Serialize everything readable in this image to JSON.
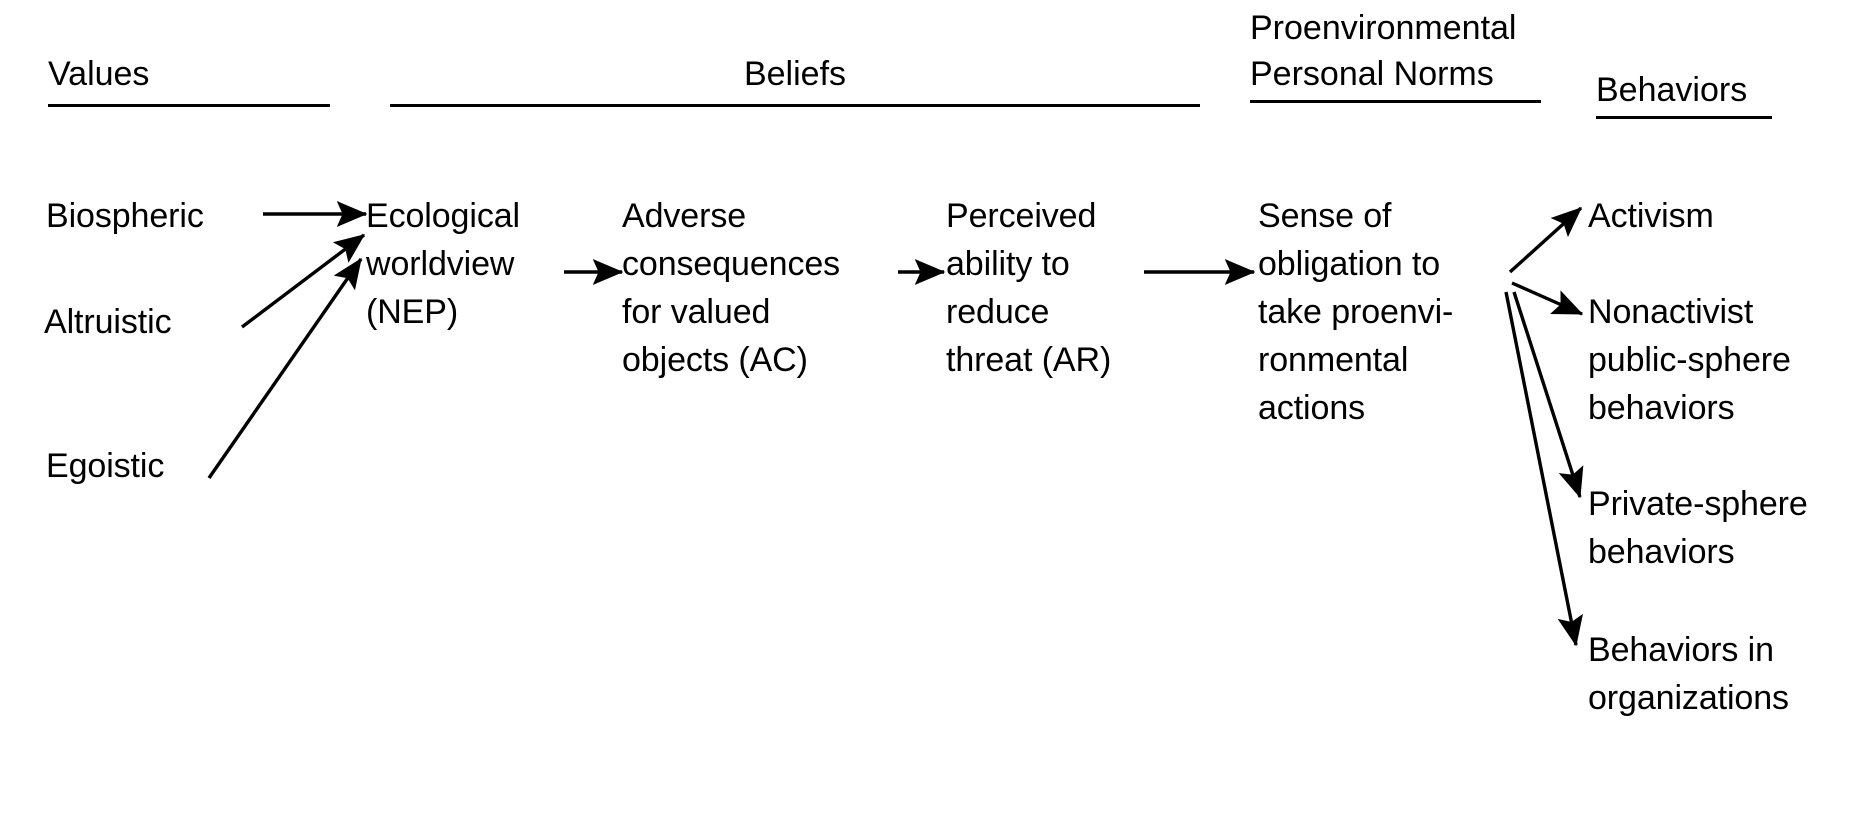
{
  "figure": {
    "type": "value-belief-norm flow diagram",
    "background_color": "#ffffff",
    "stroke_color": "#000000"
  },
  "headers": [
    {
      "label": "Values",
      "underlined": true
    },
    {
      "label": "Beliefs",
      "underlined": true
    },
    {
      "label_line1": "Proenvironmental",
      "label_line2": "Personal Norms",
      "underlined": true
    },
    {
      "label": "Behaviors",
      "underlined": true
    }
  ],
  "header_values": "Values",
  "header_beliefs": "Beliefs",
  "header_norms_line1": "Proenvironmental",
  "header_norms_line2": "Personal Norms",
  "header_behaviors": "Behaviors",
  "values": [
    {
      "label": "Biospheric"
    },
    {
      "label": "Altruistic"
    },
    {
      "label": "Egoistic"
    }
  ],
  "nodes": {
    "nep": "Ecological\nworldview\n(NEP)",
    "ac": "Adverse\nconsequences\nfor valued\nobjects (AC)",
    "ar": "Perceived\nability to\nreduce\nthreat (AR)",
    "norms": "Sense of\nobligation to\ntake proenvi-\nronmental\nactions"
  },
  "behaviors": [
    {
      "label": "Activism"
    },
    {
      "label": "Nonactivist\npublic-sphere\nbehaviors"
    },
    {
      "label": "Private-sphere\nbehaviors"
    },
    {
      "label": "Behaviors in\norganizations"
    }
  ],
  "edges": [
    {
      "from": "Biospheric",
      "to": "Ecological worldview (NEP)",
      "style": "straight-arrow"
    },
    {
      "from": "Altruistic",
      "to": "Ecological worldview (NEP)",
      "style": "diagonal-arrow"
    },
    {
      "from": "Egoistic",
      "to": "Ecological worldview (NEP)",
      "style": "diagonal-arrow"
    },
    {
      "from": "Ecological worldview (NEP)",
      "to": "Adverse consequences for valued objects (AC)",
      "style": "straight-arrow"
    },
    {
      "from": "Adverse consequences for valued objects (AC)",
      "to": "Perceived ability to reduce threat (AR)",
      "style": "straight-arrow"
    },
    {
      "from": "Perceived ability to reduce threat (AR)",
      "to": "Sense of obligation to take proenvironmental actions",
      "style": "straight-arrow"
    },
    {
      "from": "Sense of obligation to take proenvironmental actions",
      "to": "Activism",
      "style": "diagonal-arrow"
    },
    {
      "from": "Sense of obligation to take proenvironmental actions",
      "to": "Nonactivist public-sphere behaviors",
      "style": "diagonal-arrow"
    },
    {
      "from": "Sense of obligation to take proenvironmental actions",
      "to": "Private-sphere behaviors",
      "style": "diagonal-arrow"
    },
    {
      "from": "Sense of obligation to take proenvironmental actions",
      "to": "Behaviors in organizations",
      "style": "diagonal-arrow"
    }
  ]
}
